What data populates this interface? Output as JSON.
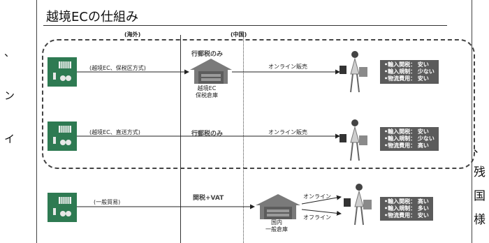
{
  "side_text": {
    "chars_left": [
      "、",
      "ン",
      "イ"
    ],
    "chars_right": [
      "、",
      "残",
      "国",
      "様"
    ]
  },
  "title": "越境ECの仕組み",
  "regions": {
    "overseas": "(海外)",
    "china": "(中国)"
  },
  "rows": [
    {
      "route_label": "(越境EC、保税区方式)",
      "tax_label": "行郵税のみ",
      "warehouse_label_1": "越境EC",
      "warehouse_label_2": "保税倉庫",
      "sales_label": "オンライン販売",
      "info": [
        "•輸入関税： 安い",
        "•輸入規制： 少ない",
        "•物流費用： 安い"
      ]
    },
    {
      "route_label": "(越境EC、直送方式)",
      "tax_label": "行郵税のみ",
      "sales_label": "オンライン販売",
      "info": [
        "•輸入関税： 安い",
        "•輸入規制： 少ない",
        "•物流費用： 高い"
      ]
    },
    {
      "route_label": "(一般貿易)",
      "tax_label": "関税+VAT",
      "warehouse_label_1": "国内",
      "warehouse_label_2": "一般倉庫",
      "sales_online": "オンライン",
      "sales_offline": "オフライン",
      "info": [
        "•輸入関税： 高い",
        "•輸入規制： 多い",
        "•物流費用： 安い"
      ]
    }
  ],
  "colors": {
    "info_bg": "#5b5b5b",
    "factory_green": "#2e7a52",
    "warehouse": "#7a7a7a"
  }
}
